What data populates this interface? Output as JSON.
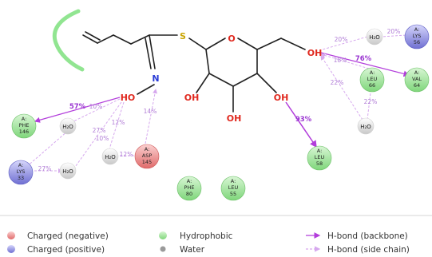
{
  "molecule": {
    "atoms": {
      "s": "S",
      "o_ring": "O",
      "n": "N",
      "ho_oxime": "HO",
      "oh_c3": "OH",
      "oh_c4": "OH",
      "oh_c5": "OH",
      "oh_ch2": "OH"
    }
  },
  "residues": [
    {
      "id": "phe146",
      "line1": "A:",
      "line2": "PHE",
      "line3": "146",
      "type": "hydrophobic"
    },
    {
      "id": "lys33",
      "line1": "A:",
      "line2": "LYS",
      "line3": "33",
      "type": "charged-positive"
    },
    {
      "id": "asp145",
      "line1": "A:",
      "line2": "ASP",
      "line3": "145",
      "type": "charged-negative"
    },
    {
      "id": "phe80",
      "line1": "A:",
      "line2": "PHE",
      "line3": "80",
      "type": "hydrophobic"
    },
    {
      "id": "leu55",
      "line1": "A:",
      "line2": "LEU",
      "line3": "55",
      "type": "hydrophobic"
    },
    {
      "id": "leu58",
      "line1": "A:",
      "line2": "LEU",
      "line3": "58",
      "type": "hydrophobic"
    },
    {
      "id": "leu66",
      "line1": "A:",
      "line2": "LEU",
      "line3": "66",
      "type": "hydrophobic"
    },
    {
      "id": "val64",
      "line1": "A:",
      "line2": "VAL",
      "line3": "64",
      "type": "hydrophobic"
    },
    {
      "id": "lys56",
      "line1": "A:",
      "line2": "LYS",
      "line3": "56",
      "type": "charged-positive"
    }
  ],
  "waters": [
    {
      "id": "w1",
      "label": "H₂O"
    },
    {
      "id": "w2",
      "label": "H₂O"
    },
    {
      "id": "w3",
      "label": "H₂O"
    },
    {
      "id": "w4",
      "label": "H₂O"
    },
    {
      "id": "w5",
      "label": "H₂O"
    }
  ],
  "interactions": {
    "p57": "57%",
    "p10a": "10%",
    "p12": "12%",
    "p27a": "27%",
    "p10b": "10%",
    "p12b": "12%",
    "p27b": "27%",
    "p14": "14%",
    "p93": "93%",
    "p20a": "20%",
    "p20b": "20%",
    "p18": "18%",
    "p76": "76%",
    "p22a": "22%",
    "p22b": "22%"
  },
  "legend": {
    "charged_negative": "Charged (negative)",
    "charged_positive": "Charged (positive)",
    "hydrophobic": "Hydrophobic",
    "water": "Water",
    "hbond_backbone": "H-bond (backbone)",
    "hbond_sidechain": "H-bond (side chain)"
  },
  "colors": {
    "hydrophobic": "#a6e3a1",
    "charged_negative": "#f08a8a",
    "charged_positive": "#8e8ee0",
    "water": "#e6e6e6",
    "hbond": "#b23ddb",
    "hbond_light": "#d6a8ee",
    "exposure": "#7ee07e",
    "oxygen": "#e0281e",
    "nitrogen": "#2a3cd6",
    "sulfur": "#c9a400"
  }
}
